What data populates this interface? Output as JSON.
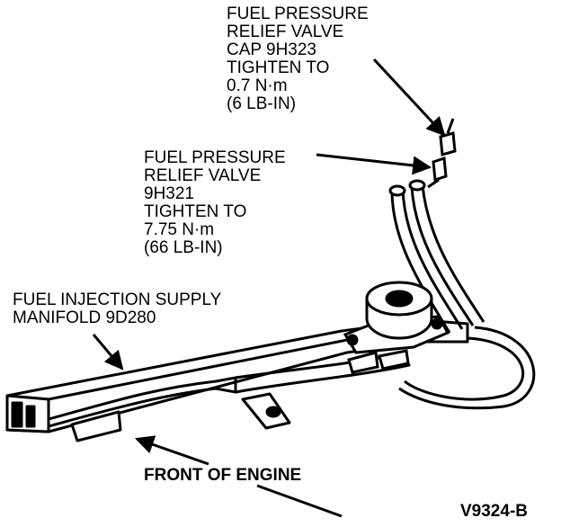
{
  "callouts": {
    "relief_valve_cap": {
      "lines": [
        "FUEL PRESSURE",
        "RELIEF VALVE",
        "CAP 9H323",
        "TIGHTEN TO",
        "0.7 N·m",
        "(6 LB-IN)"
      ]
    },
    "relief_valve": {
      "lines": [
        "FUEL PRESSURE",
        "RELIEF VALVE",
        "9H321",
        "TIGHTEN TO",
        "7.75 N·m",
        "(66 LB-IN)"
      ]
    },
    "manifold": {
      "lines": [
        "FUEL INJECTION SUPPLY",
        "MANIFOLD 9D280"
      ]
    }
  },
  "front_label": "FRONT OF ENGINE",
  "figure_id": "V9324-B"
}
